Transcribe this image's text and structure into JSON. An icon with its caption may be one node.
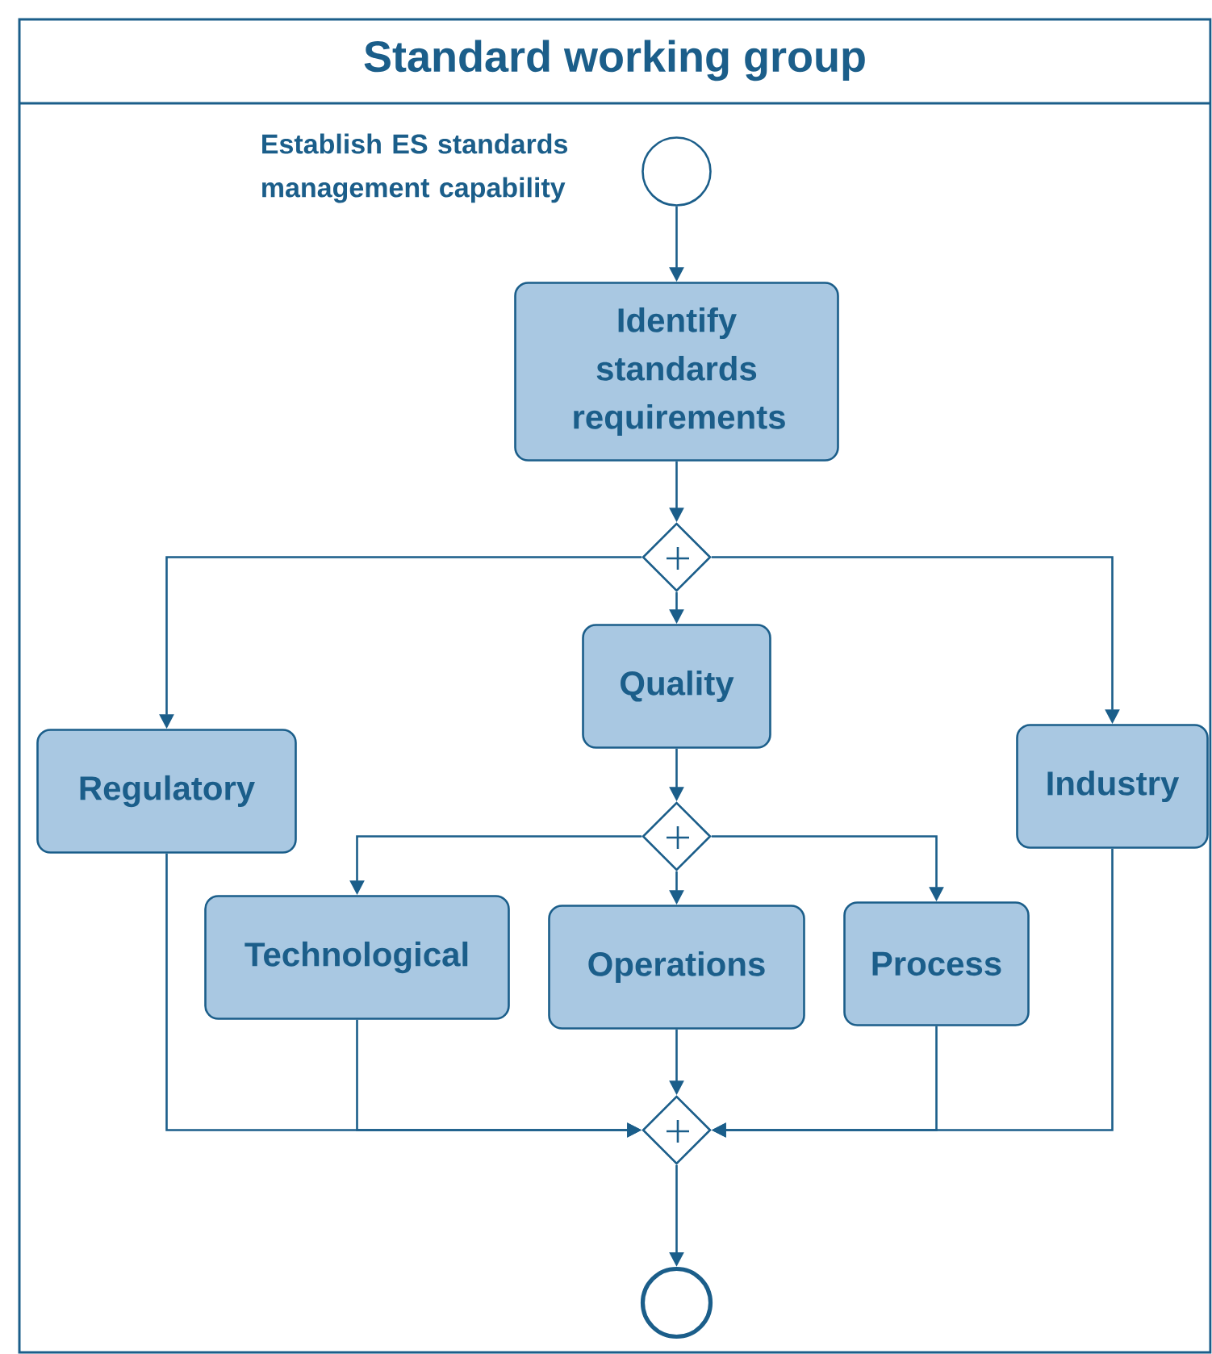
{
  "diagram": {
    "nodes": [
      {
        "text": [
          "Standard working group"
        ]
      },
      {
        "text": [],
        "shape": "circle",
        "beside": [
          "Establish ES standards management capability"
        ],
        "in": 0
      },
      {
        "text": [
          "Identify standards requirements"
        ],
        "in": 0
      },
      {
        "text": [],
        "shape": "diamond",
        "in": 0
      },
      {
        "text": [
          "Regulatory"
        ],
        "in": 0
      },
      {
        "text": [
          "Quality"
        ],
        "in": 0
      },
      {
        "text": [
          "Industry"
        ],
        "in": 0
      },
      {
        "text": [],
        "shape": "diamond",
        "in": 0
      },
      {
        "text": [
          "Technological"
        ],
        "in": 0
      },
      {
        "text": [
          "Operations"
        ],
        "in": 0
      },
      {
        "text": [
          "Process"
        ],
        "in": 0
      },
      {
        "text": [],
        "shape": "diamond",
        "in": 0
      },
      {
        "text": [],
        "shape": "circle",
        "in": 0
      }
    ],
    "edges": [
      {
        "from": 1,
        "to": 2,
        "arrow": "to"
      },
      {
        "from": 2,
        "to": 3,
        "arrow": "to"
      },
      {
        "from": 3,
        "to": 4,
        "arrow": "to"
      },
      {
        "from": 3,
        "to": 5,
        "arrow": "to"
      },
      {
        "from": 3,
        "to": 6,
        "arrow": "to"
      },
      {
        "from": 5,
        "to": 7,
        "arrow": "to"
      },
      {
        "from": 7,
        "to": 8,
        "arrow": "to"
      },
      {
        "from": 7,
        "to": 9,
        "arrow": "to"
      },
      {
        "from": 7,
        "to": 10,
        "arrow": "to"
      },
      {
        "from": 4,
        "to": 11,
        "arrow": "to"
      },
      {
        "from": 8,
        "to": 11,
        "arrow": "to"
      },
      {
        "from": 9,
        "to": 11,
        "arrow": "to"
      },
      {
        "from": 10,
        "to": 11,
        "arrow": "to"
      },
      {
        "from": 6,
        "to": 11,
        "arrow": "to"
      },
      {
        "from": 11,
        "to": 12,
        "arrow": "to"
      }
    ]
  }
}
